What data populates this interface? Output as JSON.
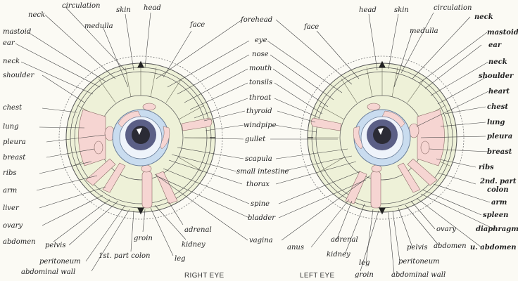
{
  "diagram": {
    "captions": {
      "right": "RIGHT EYE",
      "left": "LEFT EYE"
    },
    "right_eye_labels": {
      "neck_top": "neck",
      "circulation": "circulation",
      "skin": "skin",
      "head": "head",
      "mastoid": "mastoid",
      "medulla": "medulla",
      "face": "face",
      "ear": "ear",
      "neck": "neck",
      "shoulder": "shoulder",
      "chest": "chest",
      "lung": "lung",
      "pleura": "pleura",
      "breast": "breast",
      "ribs": "ribs",
      "arm": "arm",
      "liver": "liver",
      "ovary": "ovary",
      "abdomen": "abdomen",
      "pelvis": "pelvis",
      "peritoneum": "peritoneum",
      "abdominal_wall": "abdominal wall",
      "first_part_colon": "1st. part colon",
      "groin": "groin",
      "leg": "leg",
      "kidney": "kidney",
      "adrenal": "adrenal"
    },
    "center_labels": {
      "forehead": "forehead",
      "eye": "eye",
      "nose": "nose",
      "mouth": "mouth",
      "tonsils": "tonsils",
      "throat": "throat",
      "thyroid": "thyroid",
      "windpipe": "windpipe",
      "gullet": "gullet",
      "scapula": "scapula",
      "small_intestine": "small intestine",
      "thorax": "thorax",
      "spine": "spine",
      "bladder": "bladder",
      "vagina": "vagina"
    },
    "left_eye_labels": {
      "face": "face",
      "head": "head",
      "skin": "skin",
      "circulation": "circulation",
      "medulla": "medulla",
      "neck_top": "neck",
      "mastoid": "mastoid",
      "ear": "ear",
      "neck": "neck",
      "shoulder": "shoulder",
      "heart": "heart",
      "chest": "chest",
      "lung": "lung",
      "pleura": "pleura",
      "breast": "breast",
      "ribs": "ribs",
      "second_part_colon_1": "2nd. part",
      "second_part_colon_2": "colon",
      "arm": "arm",
      "spleen": "spleen",
      "diaphragm": "diaphragm",
      "u_abdomen": "u. abdomen",
      "ovary": "ovary",
      "abdomen": "abdomen",
      "pelvis": "pelvis",
      "peritoneum": "peritoneum",
      "abdominal_wall": "abdominal wall",
      "adrenal": "adrenal",
      "kidney": "kidney",
      "anus": "anus",
      "leg": "leg",
      "groin": "groin"
    },
    "colors": {
      "outer_zone": "#eef1d8",
      "pink_zone": "#f6d5d2",
      "iris_ring": "#c9dcef",
      "pupil": "#3b3b4a",
      "sclera": "#eef3fa"
    }
  }
}
